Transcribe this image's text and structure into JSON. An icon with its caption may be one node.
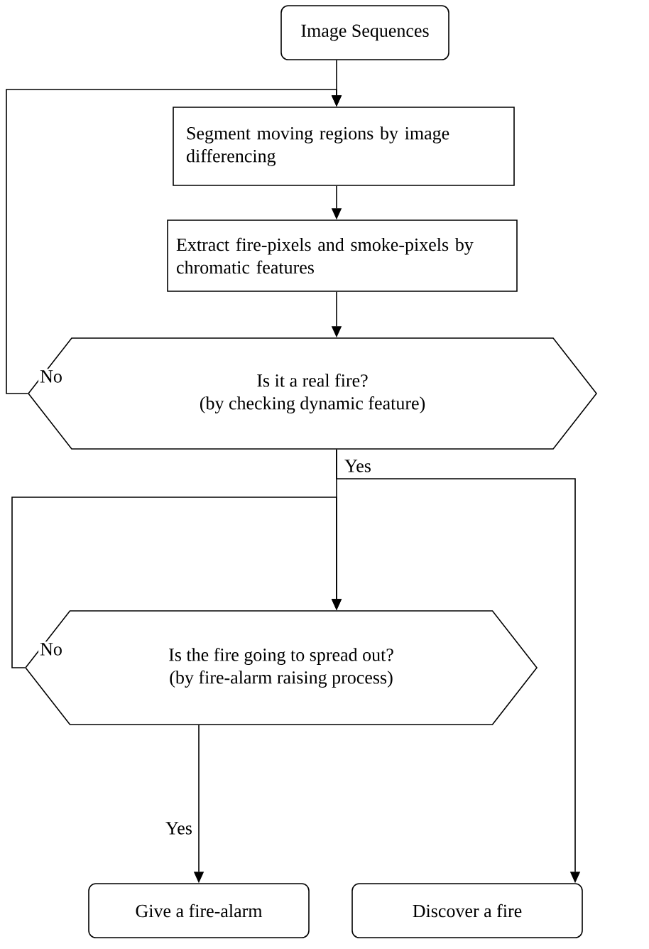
{
  "diagram": {
    "nodes": [
      {
        "text": [
          "Image Sequences"
        ]
      },
      {
        "text": [
          "Segment moving regions by image differencing"
        ]
      },
      {
        "text": [
          "Extract fire-pixels and smoke-pixels by chromatic features"
        ]
      },
      {
        "text": [
          "Is it a real fire?",
          "(by checking dynamic feature)"
        ]
      },
      {
        "text": [
          "Is the fire going to spread out?",
          "(by fire-alarm raising process)"
        ]
      },
      {
        "text": [
          "Give a fire-alarm"
        ]
      },
      {
        "text": [
          "Discover a fire"
        ]
      }
    ],
    "edges": [
      {
        "from": 0,
        "to": 1,
        "arrow": "to"
      },
      {
        "from": 1,
        "to": 2,
        "arrow": "to"
      },
      {
        "from": 2,
        "to": 3,
        "arrow": "to"
      },
      {
        "from": 3,
        "to": 1,
        "arrow": "to",
        "label": "No"
      },
      {
        "from": 3,
        "to": 4,
        "arrow": "to",
        "label": "Yes"
      },
      {
        "from": 3,
        "to": 6,
        "arrow": "to"
      },
      {
        "from": 4,
        "to": 4,
        "arrow": "to",
        "label": "No"
      },
      {
        "from": 4,
        "to": 5,
        "arrow": "to",
        "label": "Yes"
      }
    ]
  }
}
